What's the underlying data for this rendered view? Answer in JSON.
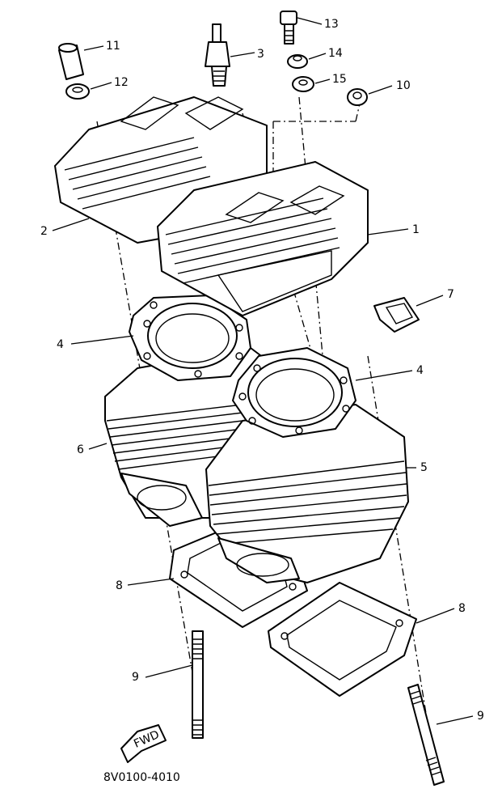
{
  "drawing_code": "8V0100-4010",
  "direction_marker": "FWD",
  "callouts": [
    {
      "id": "c1",
      "label": "1"
    },
    {
      "id": "c2",
      "label": "2"
    },
    {
      "id": "c3",
      "label": "3"
    },
    {
      "id": "c4a",
      "label": "4"
    },
    {
      "id": "c4b",
      "label": "4"
    },
    {
      "id": "c5",
      "label": "5"
    },
    {
      "id": "c6",
      "label": "6"
    },
    {
      "id": "c7",
      "label": "7"
    },
    {
      "id": "c8a",
      "label": "8"
    },
    {
      "id": "c8b",
      "label": "8"
    },
    {
      "id": "c9a",
      "label": "9"
    },
    {
      "id": "c9b",
      "label": "9"
    },
    {
      "id": "c10",
      "label": "10"
    },
    {
      "id": "c11",
      "label": "11"
    },
    {
      "id": "c12",
      "label": "12"
    },
    {
      "id": "c13",
      "label": "13"
    },
    {
      "id": "c14",
      "label": "14"
    },
    {
      "id": "c15",
      "label": "15"
    }
  ]
}
